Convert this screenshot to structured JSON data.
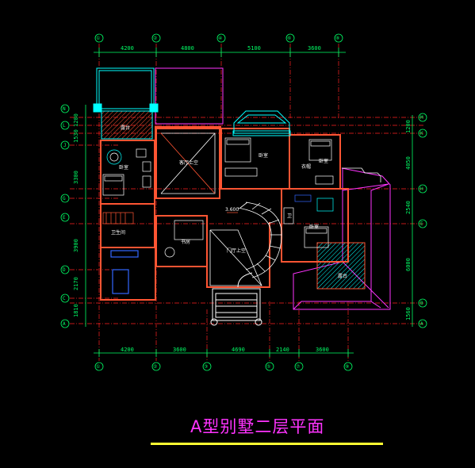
{
  "drawing": {
    "title": "A型别墅二层平面",
    "top_dimensions": [
      "4200",
      "4800",
      "5100",
      "3600"
    ],
    "bottom_dimensions": [
      "4200",
      "3600",
      "4690",
      "2140",
      "3600"
    ],
    "left_dimensions": [
      "1200",
      "1530",
      "3300",
      "3900",
      "2170",
      "1810"
    ],
    "right_dimensions": [
      "1200",
      "4050",
      "2540",
      "6000",
      "1560"
    ],
    "top_axes": [
      "①",
      "②",
      "④",
      "⑥",
      "⑧"
    ],
    "bottom_axes": [
      "①",
      "②",
      "③",
      "⑤",
      "⑦",
      "⑨"
    ],
    "left_axes": [
      "N",
      "L",
      "J",
      "G",
      "E",
      "D",
      "C",
      "A"
    ],
    "right_axes": [
      "M",
      "K",
      "H",
      "E",
      "B",
      "A"
    ],
    "rooms": {
      "terrace_top_left": "露台",
      "bedroom_left": "卧室",
      "living_void": "客厅上空",
      "master_bedroom": "卧室",
      "bedroom_right_top": "卧室",
      "dressing": "衣帽",
      "study": "书房",
      "stair_void": "门厅上空",
      "bedroom_right_mid": "卧室",
      "terrace_bottom_right": "露台",
      "bath_left": "卫生间",
      "wc": "卫",
      "stair_note": "3.600"
    }
  },
  "colors": {
    "wall": "#ff5533",
    "cyan": "#00ffff",
    "green": "#00ff66",
    "magenta": "#ff33ff",
    "yellow": "#ffff33",
    "axis_red": "#ff2222"
  }
}
